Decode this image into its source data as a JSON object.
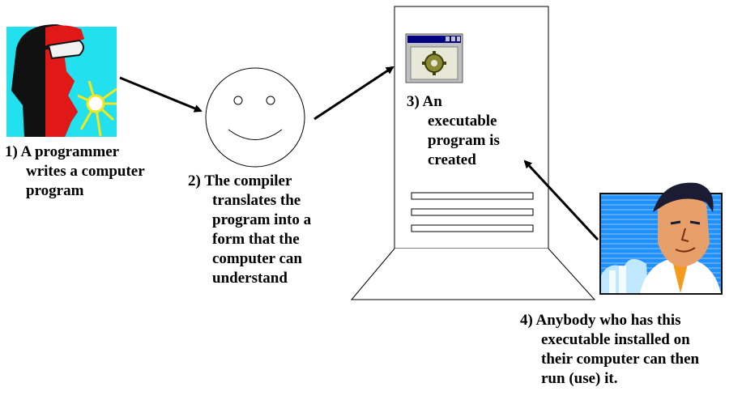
{
  "steps": [
    {
      "number": "1)",
      "lines": [
        "A programmer",
        "writes a computer",
        "program"
      ]
    },
    {
      "number": "2)",
      "lines": [
        "The compiler",
        "translates the",
        "program into a",
        "form that the",
        "computer can",
        "understand"
      ]
    },
    {
      "number": "3)",
      "lines": [
        "An",
        "executable",
        "program is",
        "created"
      ]
    },
    {
      "number": "4)",
      "lines": [
        "Anybody who has this",
        "executable installed on",
        "their computer can then",
        "run (use) it."
      ]
    }
  ],
  "icons": {
    "programmer": "programmer-clipart-icon",
    "compiler": "smiley-face-icon",
    "executable": "program-window-gear-icon",
    "user": "businessman-clipart-icon"
  }
}
